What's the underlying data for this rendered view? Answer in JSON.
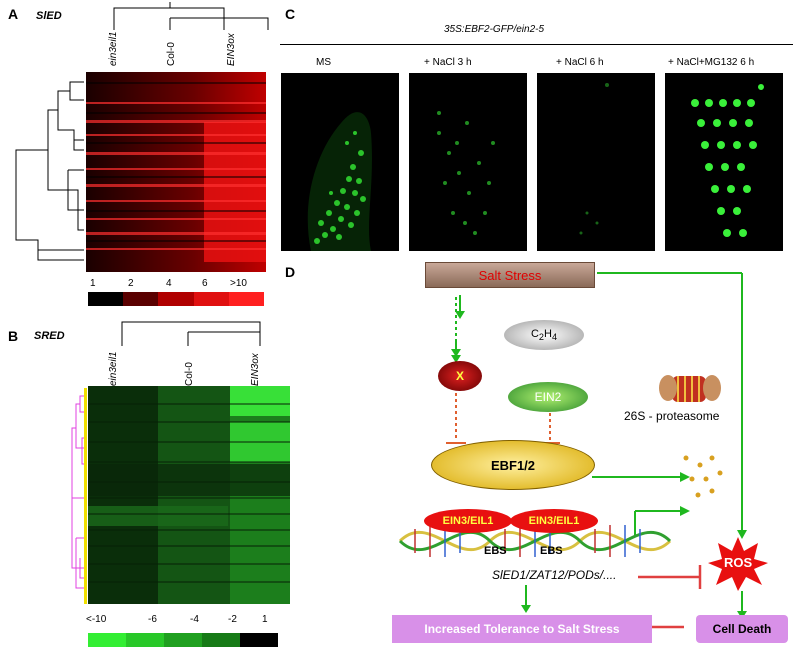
{
  "panels": {
    "A": "A",
    "B": "B",
    "C": "C",
    "D": "D"
  },
  "panelA": {
    "title": "SlED",
    "columns": [
      "ein3eil1",
      "Col-0",
      "EIN3ox"
    ],
    "scale_labels": [
      "1",
      "2",
      "4",
      "6",
      ">10"
    ],
    "scale_colors": [
      "#000000",
      "#5a0000",
      "#b00000",
      "#e01010",
      "#ff2020"
    ]
  },
  "panelB": {
    "title": "SRED",
    "columns": [
      "ein3eil1",
      "Col-0",
      "EIN3ox"
    ],
    "scale_labels": [
      "<-10",
      "-6",
      "-4",
      "-2",
      "1"
    ],
    "scale_colors": [
      "#33ee33",
      "#28c828",
      "#20a020",
      "#167a16",
      "#000000"
    ]
  },
  "panelC": {
    "title": "35S:EBF2-GFP/ein2-5",
    "conditions": [
      "MS",
      "+ NaCl 3 h",
      "+ NaCl 6 h",
      "+ NaCl+MG132 6 h"
    ]
  },
  "panelD": {
    "salt_stress": "Salt Stress",
    "c2h4": "C",
    "c2h4_sub1": "2",
    "c2h4_mid": "H",
    "c2h4_sub2": "4",
    "x": "X",
    "ein2": "EIN2",
    "proteasome": "26S - proteasome",
    "ebf": "EBF1/2",
    "ein3_a": "EIN3/EIL1",
    "ein3_b": "EIN3/EIL1",
    "ebs_a": "EBS",
    "ebs_b": "EBS",
    "targets": "SlED1/ZAT12/PODs/....",
    "ros": "ROS",
    "tolerance": "Increased Tolerance to Salt Stress",
    "cell_death": "Cell Death"
  }
}
